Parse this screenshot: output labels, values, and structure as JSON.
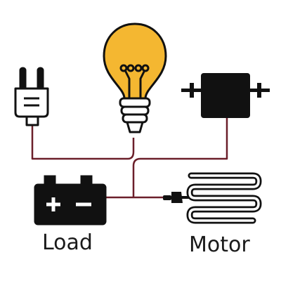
{
  "labels": {
    "load": "Load",
    "motor": "Motor"
  },
  "components": [
    {
      "name": "plug",
      "icon": "power-plug-icon"
    },
    {
      "name": "light-bulb",
      "icon": "light-bulb-icon"
    },
    {
      "name": "motor",
      "icon": "dc-motor-icon"
    },
    {
      "name": "battery",
      "icon": "battery-icon",
      "terminals": [
        "+",
        "-"
      ]
    },
    {
      "name": "heating-element",
      "icon": "heating-coil-icon"
    }
  ],
  "colors": {
    "wire": "#6b1f2a",
    "bulb": "#f4b731",
    "outline": "#111111",
    "background": "#ffffff"
  }
}
